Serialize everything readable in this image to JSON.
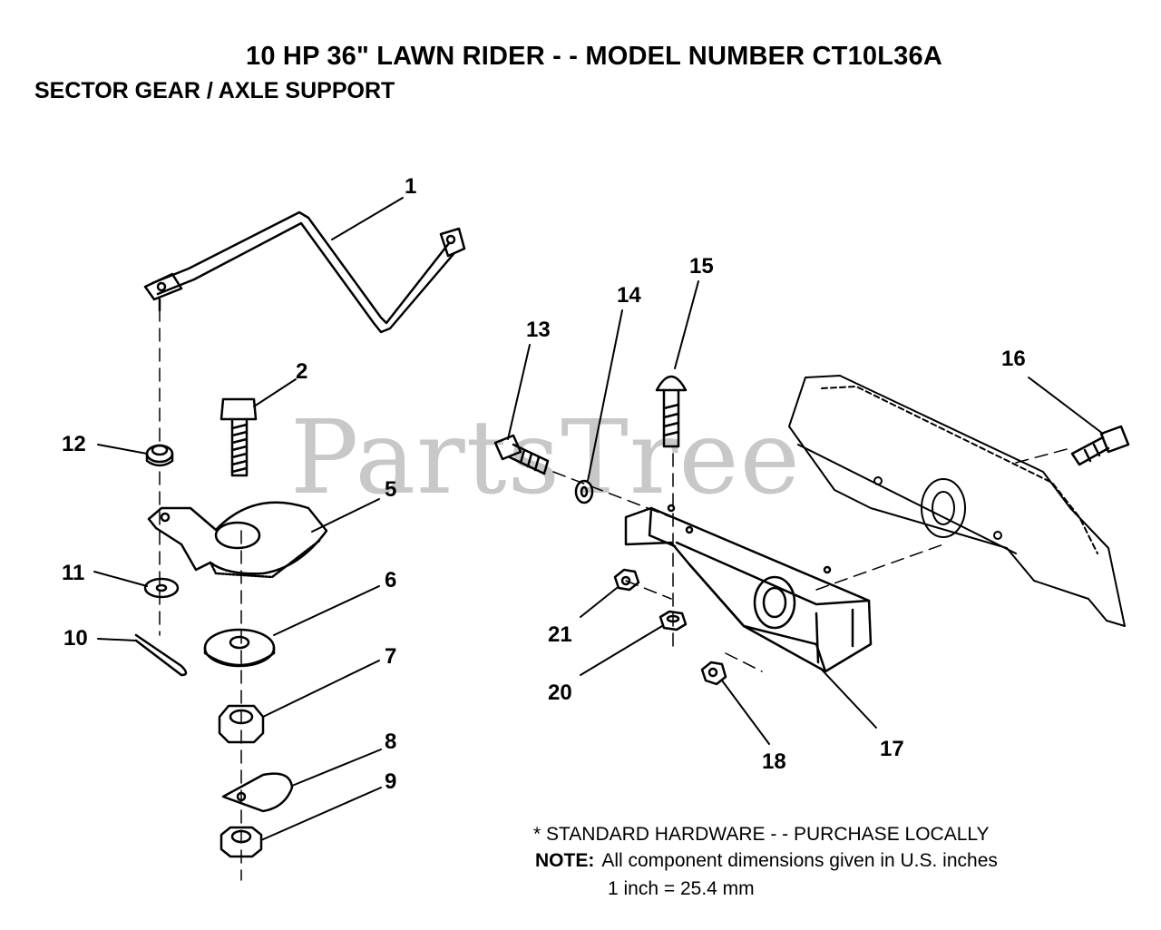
{
  "header": {
    "title": "10 HP 36\" LAWN RIDER - - MODEL NUMBER CT10L36A",
    "subtitle": "SECTOR GEAR / AXLE SUPPORT"
  },
  "watermark": "PartsTree",
  "callouts": [
    "1",
    "2",
    "5",
    "6",
    "7",
    "8",
    "9",
    "10",
    "11",
    "12",
    "13",
    "14",
    "15",
    "16",
    "17",
    "18",
    "20",
    "21"
  ],
  "notes": {
    "standard_hardware": "* STANDARD HARDWARE - - PURCHASE LOCALLY",
    "note_label": "NOTE:",
    "dimensions": "All component dimensions given in U.S. inches",
    "conversion": "1 inch = 25.4 mm"
  }
}
